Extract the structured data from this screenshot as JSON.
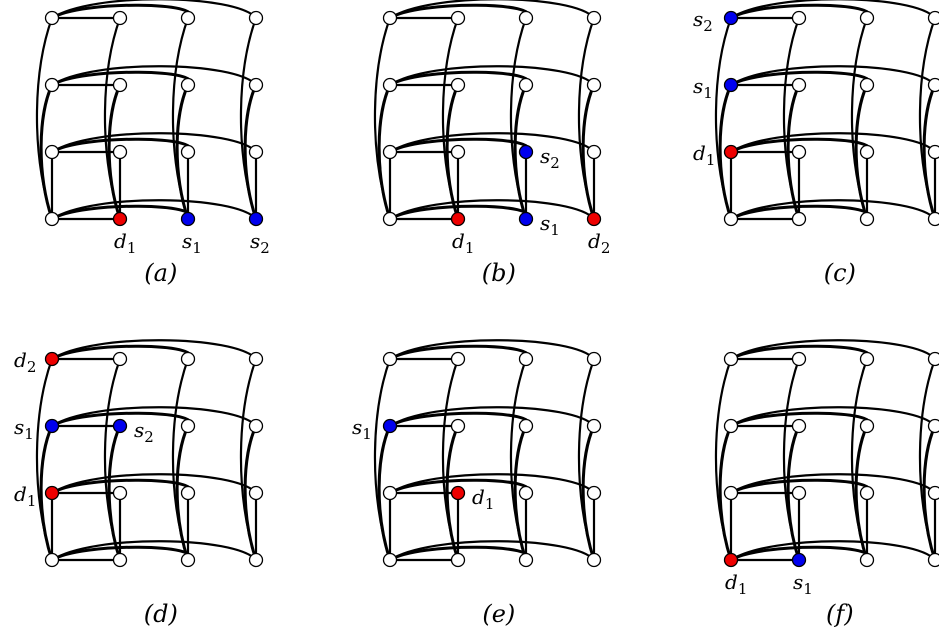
{
  "colors": {
    "empty_node": "#ffffff",
    "source_node": "#0000ee",
    "destination_node": "#ee0000",
    "edge": "#000000"
  },
  "panels": [
    {
      "id": "a",
      "caption": "(a)",
      "nodes": [
        {
          "col": 1,
          "row": 0,
          "kind": "destination",
          "label": "d",
          "sub": "1",
          "pos": "below"
        },
        {
          "col": 2,
          "row": 0,
          "kind": "source",
          "label": "s",
          "sub": "1",
          "pos": "below"
        },
        {
          "col": 3,
          "row": 0,
          "kind": "source",
          "label": "s",
          "sub": "2",
          "pos": "below"
        }
      ]
    },
    {
      "id": "b",
      "caption": "(b)",
      "nodes": [
        {
          "col": 1,
          "row": 0,
          "kind": "destination",
          "label": "d",
          "sub": "1",
          "pos": "below"
        },
        {
          "col": 2,
          "row": 0,
          "kind": "source",
          "label": "s",
          "sub": "1",
          "pos": "right"
        },
        {
          "col": 2,
          "row": 1,
          "kind": "source",
          "label": "s",
          "sub": "2",
          "pos": "right"
        },
        {
          "col": 3,
          "row": 0,
          "kind": "destination",
          "label": "d",
          "sub": "2",
          "pos": "below"
        }
      ]
    },
    {
      "id": "c",
      "caption": "(c)",
      "nodes": [
        {
          "col": 0,
          "row": 3,
          "kind": "source",
          "label": "s",
          "sub": "2",
          "pos": "left"
        },
        {
          "col": 0,
          "row": 2,
          "kind": "source",
          "label": "s",
          "sub": "1",
          "pos": "left"
        },
        {
          "col": 0,
          "row": 1,
          "kind": "destination",
          "label": "d",
          "sub": "1",
          "pos": "left"
        }
      ]
    },
    {
      "id": "d",
      "caption": "(d)",
      "nodes": [
        {
          "col": 0,
          "row": 3,
          "kind": "destination",
          "label": "d",
          "sub": "2",
          "pos": "left"
        },
        {
          "col": 0,
          "row": 2,
          "kind": "source",
          "label": "s",
          "sub": "1",
          "pos": "left"
        },
        {
          "col": 1,
          "row": 2,
          "kind": "source",
          "label": "s",
          "sub": "2",
          "pos": "right"
        },
        {
          "col": 0,
          "row": 1,
          "kind": "destination",
          "label": "d",
          "sub": "1",
          "pos": "left"
        }
      ]
    },
    {
      "id": "e",
      "caption": "(e)",
      "nodes": [
        {
          "col": 0,
          "row": 2,
          "kind": "source",
          "label": "s",
          "sub": "1",
          "pos": "left"
        },
        {
          "col": 1,
          "row": 1,
          "kind": "destination",
          "label": "d",
          "sub": "1",
          "pos": "right"
        }
      ]
    },
    {
      "id": "f",
      "caption": "(f)",
      "nodes": [
        {
          "col": 0,
          "row": 0,
          "kind": "destination",
          "label": "d",
          "sub": "1",
          "pos": "below"
        },
        {
          "col": 1,
          "row": 0,
          "kind": "source",
          "label": "s",
          "sub": "1",
          "pos": "below"
        }
      ]
    }
  ]
}
